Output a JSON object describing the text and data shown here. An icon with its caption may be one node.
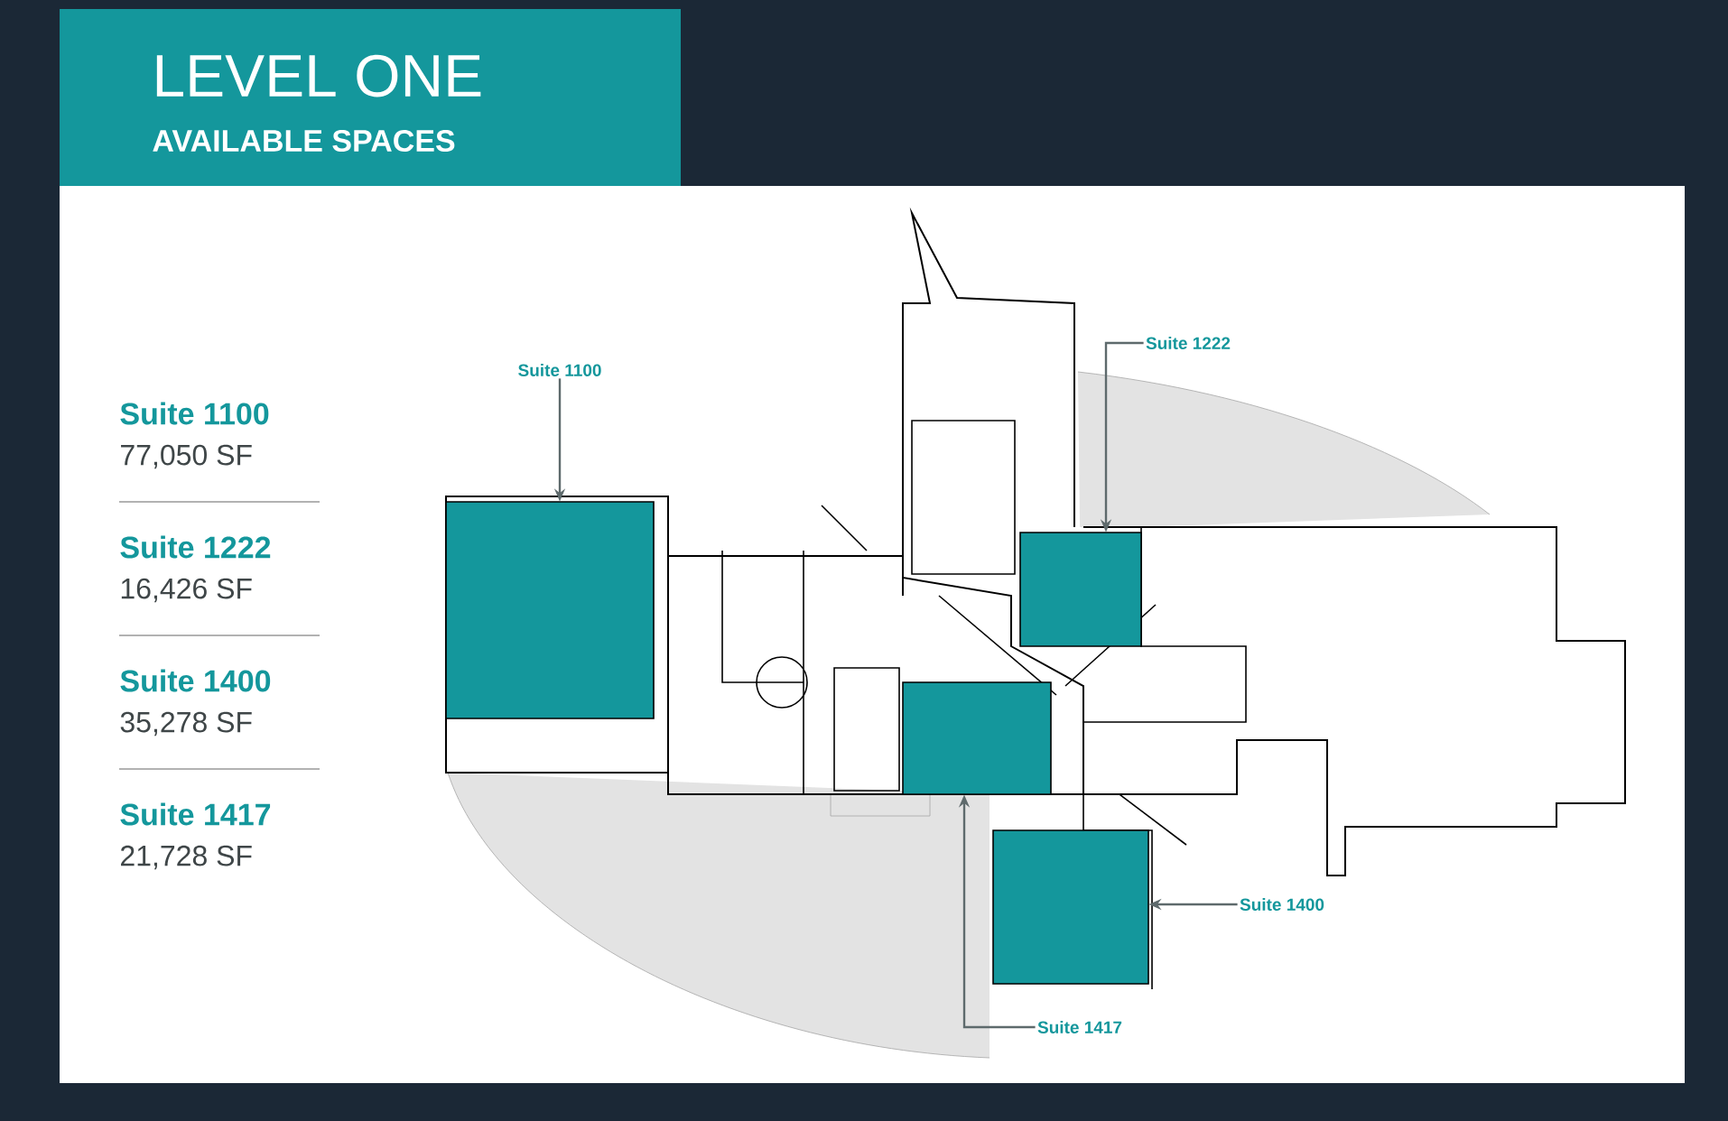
{
  "diagram": {
    "title": "LEVEL ONE",
    "nodes": [
      {
        "text": [],
        "shape": "box"
      },
      {
        "text": [],
        "shape": "box"
      },
      {
        "text": [],
        "shape": "box"
      },
      {
        "text": [],
        "shape": "box"
      },
      {
        "text": [
          "Suite 1100"
        ]
      },
      {
        "text": [
          "Suite 1222"
        ]
      },
      {
        "text": [
          "Suite 1400"
        ]
      },
      {
        "text": [
          "Suite 1417"
        ]
      }
    ],
    "edges": [
      {
        "from": 4,
        "to": 0,
        "arrow": "to"
      },
      {
        "from": 5,
        "to": 1,
        "arrow": "to"
      },
      {
        "from": 6,
        "to": 2,
        "arrow": "to"
      },
      {
        "from": 7,
        "to": 3,
        "arrow": "to"
      }
    ],
    "labels": [
      "AVAILABLE SPACES",
      "Suite 1100",
      "77,050 SF",
      "Suite 1222",
      "16,426 SF",
      "Suite 1400",
      "35,278 SF",
      "Suite 1417",
      "21,728 SF"
    ]
  }
}
